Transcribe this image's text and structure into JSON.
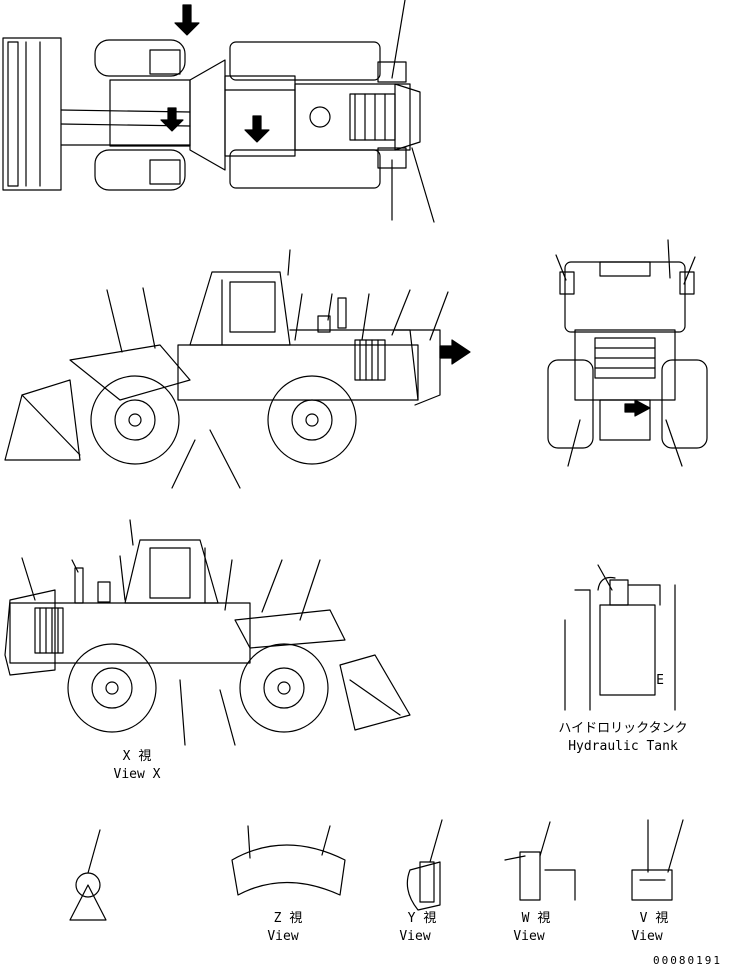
{
  "labels": {
    "view_x_jp": "X 視",
    "view_x_en": "View X",
    "tank_jp": "ハイドロリックタンク",
    "tank_en": "Hydraulic Tank",
    "view_z_jp": "Z 視",
    "view_z_en": "View",
    "view_y_jp": "Y 視",
    "view_y_en": "View",
    "view_w_jp": "W 視",
    "view_w_en": "View",
    "view_v_jp": "V 視",
    "view_v_en": "View",
    "tank_mark": "E"
  },
  "document_number": "00080191",
  "colors": {
    "line": "#000000",
    "background": "#ffffff"
  }
}
